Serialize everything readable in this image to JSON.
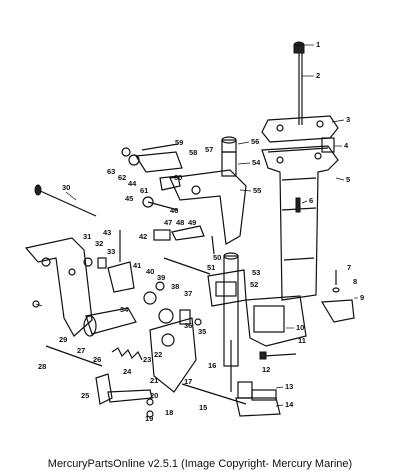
{
  "footer_caption": "MercuryPartsOnline v2.5.1 (Image Copyright- Mercury Marine)",
  "callouts": [
    "1",
    "2",
    "3",
    "4",
    "5",
    "6",
    "7",
    "8",
    "9",
    "10",
    "11",
    "12",
    "13",
    "14",
    "15",
    "16",
    "17",
    "18",
    "19",
    "20",
    "21",
    "22",
    "23",
    "24",
    "25",
    "26",
    "27",
    "28",
    "29",
    "30",
    "31",
    "32",
    "33",
    "34",
    "35",
    "36",
    "37",
    "38",
    "39",
    "40",
    "41",
    "42",
    "43",
    "44",
    "45",
    "46",
    "47",
    "48",
    "49",
    "50",
    "51",
    "52",
    "53",
    "54",
    "55",
    "56",
    "57",
    "58",
    "59",
    "60",
    "61",
    "62",
    "63"
  ]
}
